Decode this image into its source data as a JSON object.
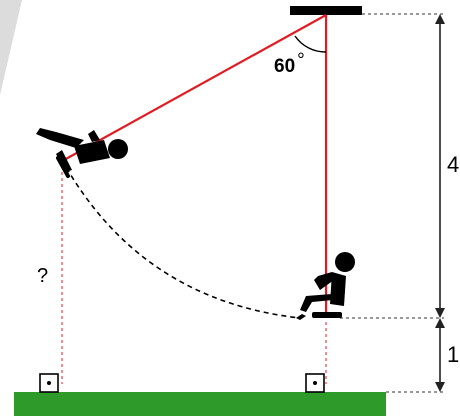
{
  "diagram": {
    "angle_label": "60",
    "degree_symbol": "°",
    "rope_length_label": "4",
    "seat_height_label": "1",
    "unknown_height_label": "?",
    "colors": {
      "rope": "#e11b22",
      "guide": "#e11b22",
      "ground": "#2e9a2a",
      "ink": "#000000",
      "dim": "#222222",
      "shadow": "#d9d9d9"
    }
  }
}
